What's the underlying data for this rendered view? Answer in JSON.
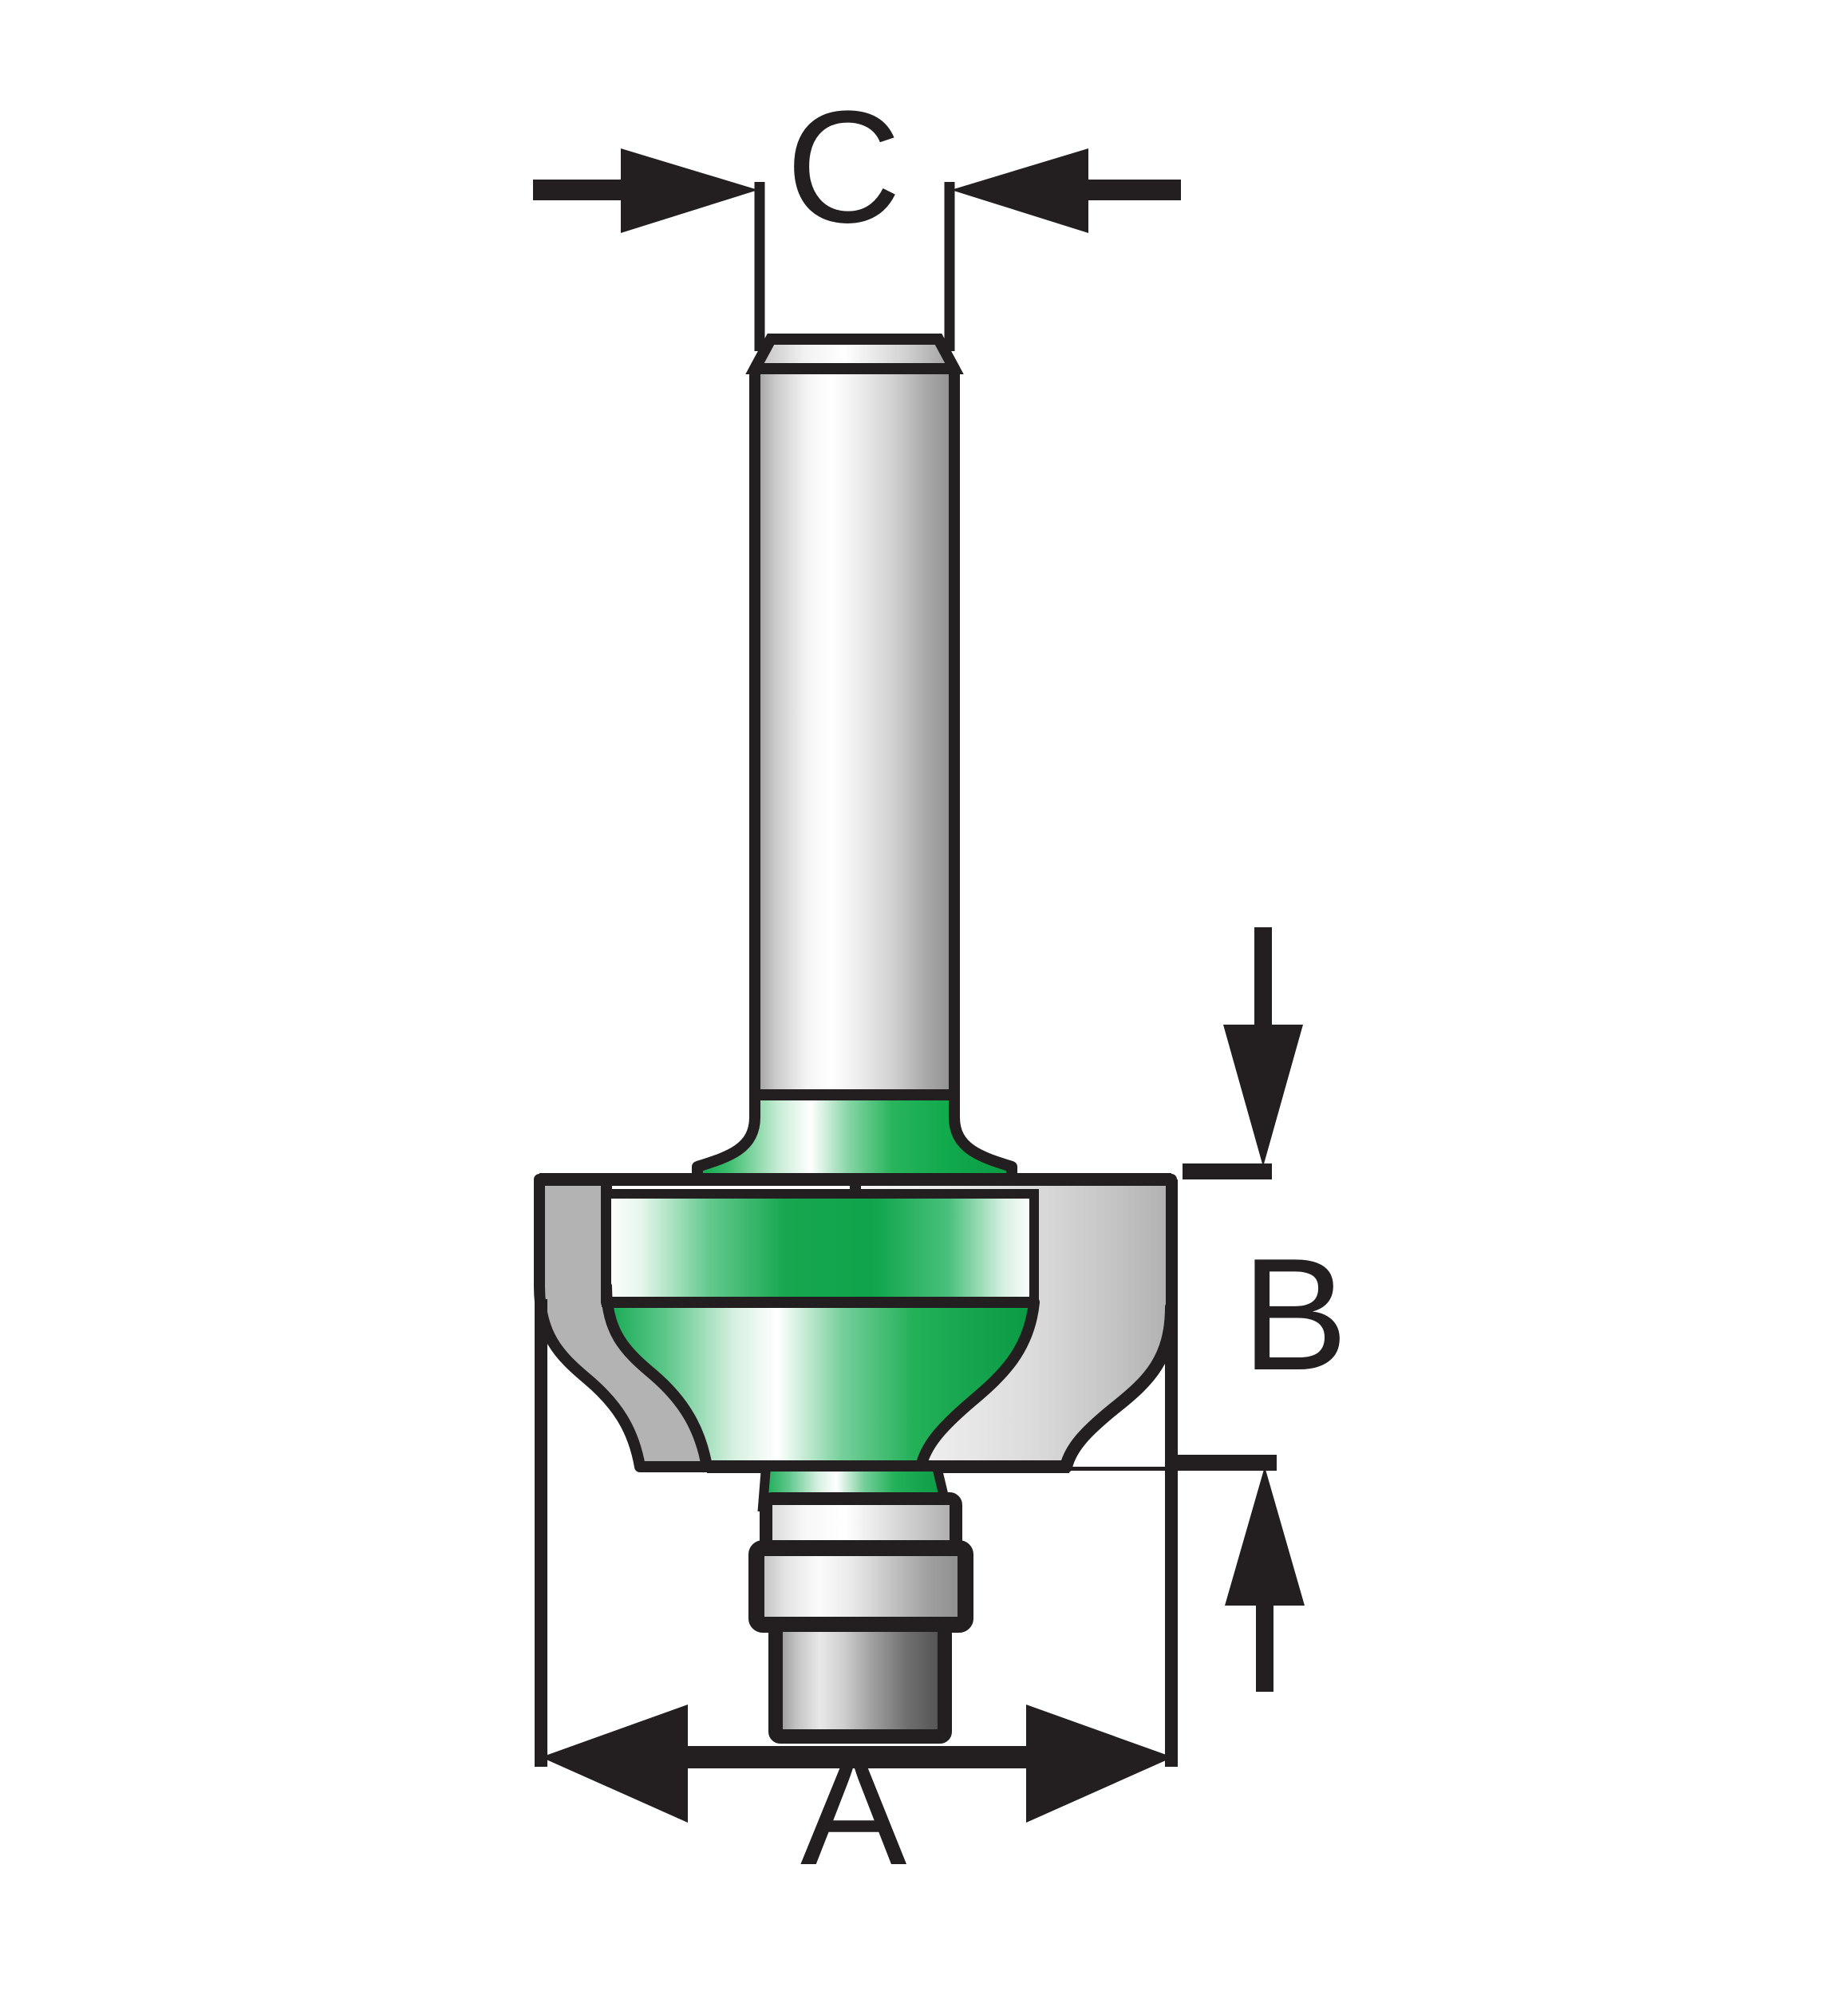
{
  "diagram": {
    "title": "Router bit dimension diagram",
    "subject": "roman-ogee-router-bit",
    "background_color": "#ffffff",
    "line_color": "#231f20",
    "colors": {
      "outline": "#231f20",
      "steel_light": "#ffffff",
      "steel_mid": "#d9d9d9",
      "steel_dark": "#8a8a8a",
      "steel_shadow": "#4d4d4d",
      "body_gray_light": "#e8e8e8",
      "body_gray_mid": "#bdbdbd",
      "body_gray_dark": "#9b9b9b",
      "carbide_gray": "#b3b3b3",
      "green_light": "#ffffff",
      "green_mid": "#5cc98a",
      "green_dark": "#0aa94a",
      "green_deep": "#08943f"
    },
    "labels": [
      {
        "id": "a",
        "text": "A",
        "meaning": "cutting-diameter",
        "orientation": "horizontal",
        "arrow": "double-headed"
      },
      {
        "id": "b",
        "text": "B",
        "meaning": "cutting-height",
        "orientation": "vertical",
        "arrow": "double-headed-outward"
      },
      {
        "id": "c",
        "text": "C",
        "meaning": "shank-diameter",
        "orientation": "horizontal",
        "arrow": "double-headed-inward"
      }
    ],
    "parts": [
      {
        "name": "shank",
        "material": "steel",
        "finish": "polished"
      },
      {
        "name": "shank-chamfer",
        "material": "steel"
      },
      {
        "name": "cutter-body",
        "material": "steel"
      },
      {
        "name": "carbide-cutter",
        "material": "carbide",
        "color": "green"
      },
      {
        "name": "ogee-profile",
        "material": "steel"
      },
      {
        "name": "bearing-washer",
        "material": "steel"
      },
      {
        "name": "ball-bearing",
        "material": "steel"
      },
      {
        "name": "bearing-screw",
        "material": "steel"
      }
    ]
  }
}
